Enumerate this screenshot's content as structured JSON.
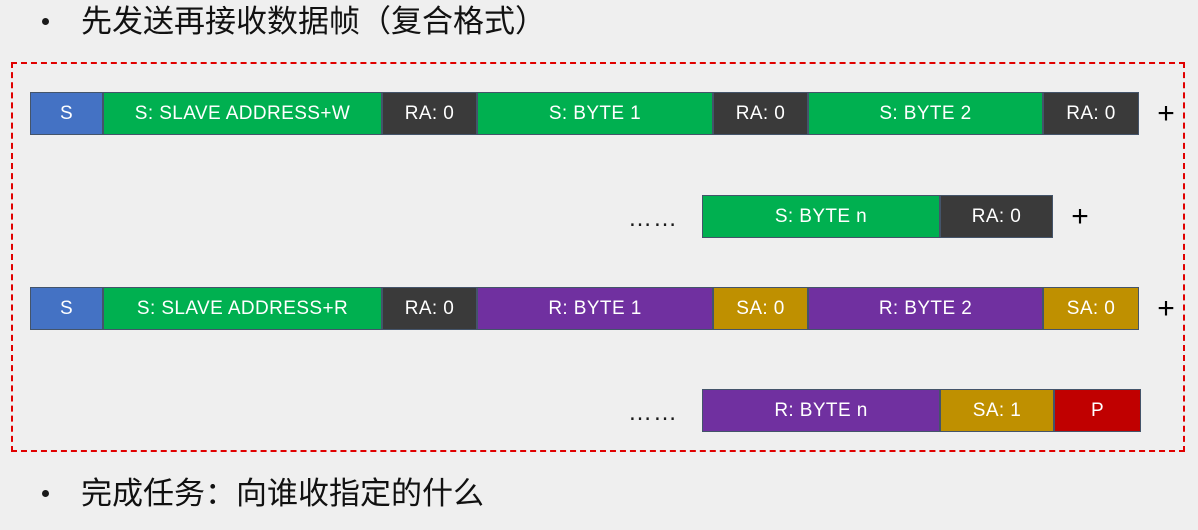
{
  "slide": {
    "title_bullet": "先发送再接收数据帧（复合格式）",
    "footer_bullet": "完成任务：向谁收指定的什么",
    "bullet_glyph": "•"
  },
  "colors": {
    "background": "#efefef",
    "dashed_border": "#e00000",
    "start_blue": "#4472c4",
    "send_green": "#00b050",
    "ack_dark": "#3a3a3a",
    "read_purple": "#7030a0",
    "ack_gold": "#bf9000",
    "stop_red": "#c00000",
    "cell_border": "#44546a",
    "text_on_cell": "#ffffff"
  },
  "diagram": {
    "plus_symbol": "+",
    "ellipsis_symbol": "……",
    "rows": [
      {
        "id": "write-phase-row-1",
        "has_leading_ellipsis": false,
        "trailing_plus": true,
        "cells": [
          {
            "label": "S",
            "kind": "start"
          },
          {
            "label": "S: SLAVE ADDRESS+W",
            "kind": "send"
          },
          {
            "label": "RA: 0",
            "kind": "ack-dark"
          },
          {
            "label": "S: BYTE 1",
            "kind": "send"
          },
          {
            "label": "RA: 0",
            "kind": "ack-dark"
          },
          {
            "label": "S: BYTE 2",
            "kind": "send"
          },
          {
            "label": "RA: 0",
            "kind": "ack-dark"
          }
        ]
      },
      {
        "id": "write-phase-row-2",
        "has_leading_ellipsis": true,
        "trailing_plus": true,
        "cells": [
          {
            "label": "S: BYTE n",
            "kind": "send"
          },
          {
            "label": "RA: 0",
            "kind": "ack-dark"
          }
        ]
      },
      {
        "id": "read-phase-row-1",
        "has_leading_ellipsis": false,
        "trailing_plus": true,
        "cells": [
          {
            "label": "S",
            "kind": "start"
          },
          {
            "label": "S: SLAVE ADDRESS+R",
            "kind": "send"
          },
          {
            "label": "RA: 0",
            "kind": "ack-dark"
          },
          {
            "label": "R: BYTE 1",
            "kind": "read"
          },
          {
            "label": "SA: 0",
            "kind": "ack-gold"
          },
          {
            "label": "R: BYTE 2",
            "kind": "read"
          },
          {
            "label": "SA: 0",
            "kind": "ack-gold"
          }
        ]
      },
      {
        "id": "read-phase-row-2",
        "has_leading_ellipsis": true,
        "trailing_plus": false,
        "cells": [
          {
            "label": "R: BYTE n",
            "kind": "read"
          },
          {
            "label": "SA: 1",
            "kind": "ack-gold"
          },
          {
            "label": "P",
            "kind": "stop"
          }
        ]
      }
    ]
  }
}
